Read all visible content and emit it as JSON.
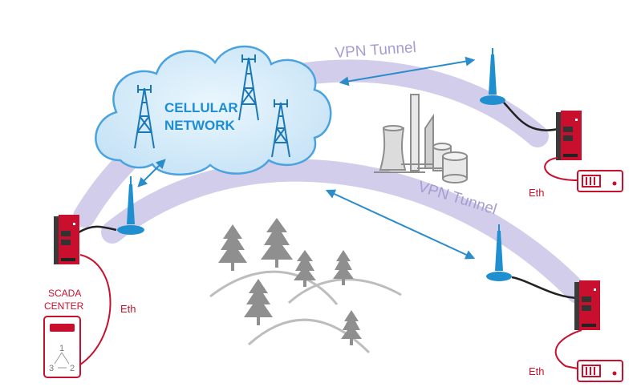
{
  "cloud": {
    "line1": "CELLULAR",
    "line2": "NETWORK"
  },
  "tunnels": {
    "top_label": "VPN Tunnel",
    "bottom_label": "VPN Tunnel"
  },
  "scada": {
    "line1": "SCADA",
    "line2": "CENTER",
    "node1": "1",
    "node2": "2",
    "node3": "3"
  },
  "links": {
    "left_eth": "Eth",
    "right_top_eth": "Eth",
    "right_bottom_eth": "Eth"
  },
  "colors": {
    "accent_red": "#c8102e",
    "tunnel": "#b8b2dc",
    "tower_blue": "#1f8fd0",
    "arrow_blue": "#2b8ccc",
    "cloud_fill": "#d9eefb",
    "cloud_stroke": "#4aa3df",
    "gray": "#a7a7a7"
  }
}
